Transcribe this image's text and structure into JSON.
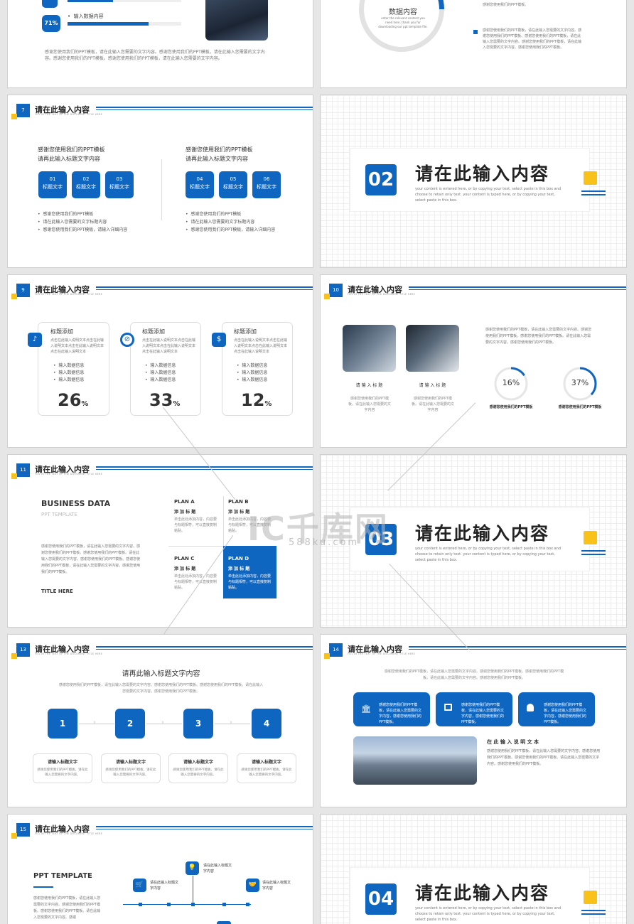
{
  "watermark": {
    "logo": "IC千库网",
    "url": "588ku.com"
  },
  "s5": {
    "pct": "71%",
    "label": "输入数据内容",
    "body": "感谢您使用我们的PPT模板，请在此输入您需要的文字内容。感谢您使用我们的PPT模板。请在此输入您需要的文字内容。感谢您使用我们的PPT模板。感谢您使用我们的PPT模板，请在此输入您需要的文字内容。"
  },
  "s6": {
    "ring_label": "数据内容",
    "ring_text": "enter the relevant content you need here. thank you for downloading our ppt template file.",
    "top_text": "感谢您使用我们的PPT模板。",
    "bul_text": "感谢您使用我们的PPT模板，请在此输入您需要的文字内容。感谢您使用我们的PPT模板。感谢您使用我们的PPT模板，请在此输入您需要的文字内容。感谢您使用我们的PPT模板，请在此输入您需要的文字内容。感谢您使用我们的PPT模板。"
  },
  "header": {
    "title": "请在此输入内容",
    "sub": "FILL IN THE TEXT OF THE DOCUMENT TITLE HERE"
  },
  "s7": {
    "num": "7",
    "left": {
      "h1": "感谢您使用我们的PPT模板",
      "h2": "请再此输入标题文字内容",
      "boxes": [
        {
          "n": "01",
          "t": "标题文字"
        },
        {
          "n": "02",
          "t": "标题文字"
        },
        {
          "n": "03",
          "t": "标题文字"
        }
      ]
    },
    "right": {
      "h1": "感谢您使用我们的PPT模板",
      "h2": "请再此输入标题文字内容",
      "boxes": [
        {
          "n": "04",
          "t": "标题文字"
        },
        {
          "n": "05",
          "t": "标题文字"
        },
        {
          "n": "06",
          "t": "标题文字"
        }
      ]
    },
    "bullets": [
      "感谢您使用我们的PPT模板",
      "请在此输入您需要的文字标题内容",
      "感谢您使用我们的PPT模板，请输入详细内容"
    ]
  },
  "sect": {
    "title": "请在此输入内容",
    "sub": "your content is entered here, or by copying your text, select paste in this box and choose to retain only text. your content is typed here, or by copying your text, select paste in this box.",
    "n2": "02",
    "n3": "03",
    "n4": "04"
  },
  "s9": {
    "num": "9",
    "cards": [
      {
        "title": "标题添加",
        "desc": "点击在此输入说明文本点击在此输入说明文本点击在此输入说明文本点击在此输入说明文本",
        "items": [
          "输入数据信息",
          "输入数据信息",
          "输入数据信息"
        ],
        "pct": "26",
        "unit": "%"
      },
      {
        "title": "标题添加",
        "desc": "点击在此输入说明文本点击在此输入说明文本点击在此输入说明文本点击在此输入说明文本",
        "items": [
          "输入数据信息",
          "输入数据信息",
          "输入数据信息"
        ],
        "pct": "33",
        "unit": "%"
      },
      {
        "title": "标题添加",
        "desc": "点击在此输入说明文本点击在此输入说明文本点击在此输入说明文本点击在此输入说明文本",
        "items": [
          "输入数据信息",
          "输入数据信息",
          "输入数据信息"
        ],
        "pct": "12",
        "unit": "%"
      }
    ],
    "icons": [
      "music-icon",
      "link-icon",
      "dollar-icon"
    ]
  },
  "s10": {
    "num": "10",
    "cap1": "请 输 入 标 题",
    "cap2": "请 输 入 标 题",
    "captxt": "感谢您使用我们的PPT模板。请在此输入您需要的文字内容",
    "para": "感谢您使用我们的PPT模板，请在此输入您需要的文字内容。感谢您使用我们的PPT模板。感谢您使用我们的PPT模板。请在此输入您需要的文字内容。感谢您使用我们的PPT模板。",
    "r1": "16%",
    "r1v": 0.16,
    "r2": "37%",
    "r2v": 0.37,
    "rl": "感谢您使用我们的PPT模板"
  },
  "s11": {
    "num": "11",
    "h": "BUSINESS DATA",
    "sub": "PPT TEMPLATE",
    "body": "感谢您使用我们的PPT模板，请在此输入您需要的文字内容。感谢您使用我们的PPT模板。感谢您使用我们的PPT模板。请在此输入您需要的文字内容。感谢您使用我们的PPT模板。感谢您使用我们的PPT模板，请在此输入您需要的文字内容。感谢您使用我们的PPT模板。",
    "foot": "TITLE HERE",
    "plans": [
      {
        "t": "PLAN A",
        "s": "添 加 标 题",
        "d": "单击此处添加内容，内容要与标题相符，可以直接复制粘贴。"
      },
      {
        "t": "PLAN B",
        "s": "添 加 标 题",
        "d": "单击此处添加内容，内容要与标题相符，可以直接复制粘贴。"
      },
      {
        "t": "PLAN C",
        "s": "添 加 标 题",
        "d": "单击此处添加内容，内容要与标题相符，可以直接复制粘贴。"
      },
      {
        "t": "PLAN D",
        "s": "添 加 标 题",
        "d": "单击此处添加内容，内容要与标题相符，可以直接复制粘贴。"
      }
    ]
  },
  "s13": {
    "num": "13",
    "h": "请再此输入标题文字内容",
    "sub": "感谢您使用我们的PPT模板，请在此输入您需要的文字内容。感谢您使用我们的PPT模板。感谢您使用我们的PPT模板。请在此输入您需要的文字内容。感谢您使用我们的PPT模板。",
    "steps": [
      "1",
      "2",
      "3",
      "4"
    ],
    "ct": "请输入标题文字",
    "cd": "感谢您使用我们的PPT模板，请在此输入您需要的文字内容。"
  },
  "s14": {
    "num": "14",
    "top": "感谢您使用我们的PPT模板，请在此输入您需要的文字内容。感谢您使用我们的PPT模板。感谢您使用我们的PPT模板。请在此输入您需要的文字内容。感谢您使用我们的PPT模板。",
    "bt": "感谢您使用我们的PPT模板，请在此输入您需要的文字内容，感谢您使用我们的PPT模板。",
    "h": "在 此 输 入 说 明 文 本",
    "para": "感谢您使用我们的PPT模板，请在此输入您需要的文字内容。感谢您使用我们的PPT模板。感谢您使用我们的PPT模板。请在此输入您需要的文字内容。感谢您使用我们的PPT模板。"
  },
  "s15": {
    "num": "15",
    "h": "PPT TEMPLATE",
    "para": "感谢您使用我们的PPT模板，请在此输入您需要的文字内容。感谢您使用我们的PPT模板。感谢您使用我们的PPT模板。请在此输入您需要的文字内容。感谢",
    "nodes": [
      "请在此输入标题文字内容",
      "请在此输入标题文字内容",
      "请在此输入标题文字内容"
    ]
  }
}
